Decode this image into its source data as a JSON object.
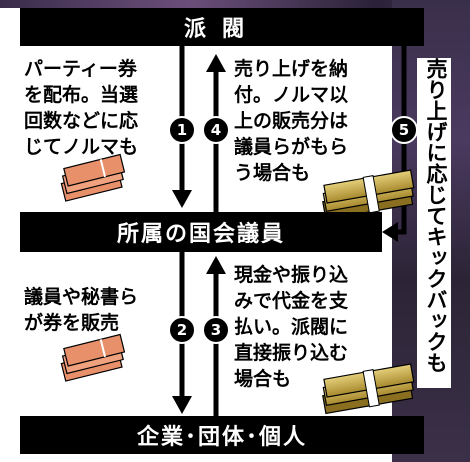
{
  "nodes": {
    "faction": "派閥",
    "member": "所属の国会議員",
    "companies": "企業･団体･個人"
  },
  "steps": [
    {
      "num": "1",
      "text": "パーティー券\nを配布。当選\n回数などに応\nじてノルマも"
    },
    {
      "num": "4",
      "text": "売り上げを納\n付。ノルマ以\n上の販売分は\n議員らがもら\nう場合も"
    },
    {
      "num": "5",
      "text": "売り上げに応じてキックバックも"
    },
    {
      "num": "2",
      "text": "議員や秘書ら\nが券を販売"
    },
    {
      "num": "3",
      "text": "現金や振り込\nみで代金を支\n払い。派閥に\n直接振り込む\n場合も"
    }
  ],
  "colors": {
    "bar": "#000000",
    "ticket": "#e8906a",
    "money": "#c9a94a"
  },
  "icons": [
    "ticket-stack-icon",
    "money-bundle-icon"
  ]
}
